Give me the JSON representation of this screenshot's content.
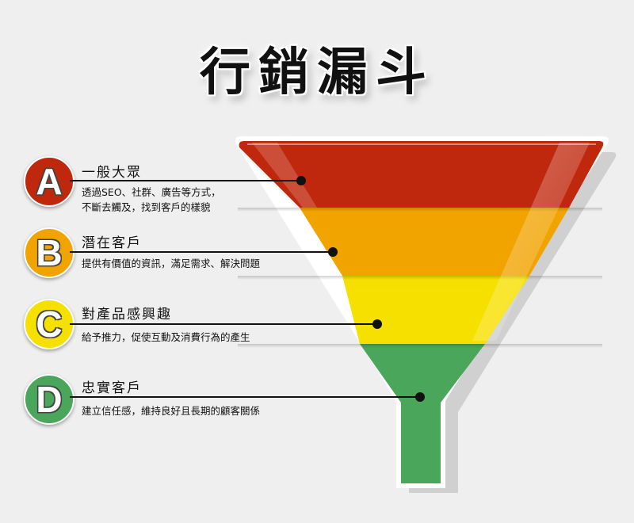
{
  "title": "行銷漏斗",
  "colors": {
    "background": "#efefef",
    "stage_a": "#c0280e",
    "stage_b": "#f1a300",
    "stage_c": "#f6e000",
    "stage_d": "#4aa65b"
  },
  "stages": [
    {
      "letter": "A",
      "name": "一般大眾",
      "description": "透過SEO、社群、廣告等方式，\n不斷去觸及，找到客戶的樣貌",
      "color": "#c0280e"
    },
    {
      "letter": "B",
      "name": "潛在客戶",
      "description": "提供有價值的資訊，滿足需求、解決問題",
      "color": "#f1a300"
    },
    {
      "letter": "C",
      "name": "對產品感興趣",
      "description": "給予推力，促使互動及消費行為的產生",
      "color": "#f6e000"
    },
    {
      "letter": "D",
      "name": "忠實客戶",
      "description": "建立信任感，維持良好且長期的顧客關係",
      "color": "#4aa65b"
    }
  ]
}
